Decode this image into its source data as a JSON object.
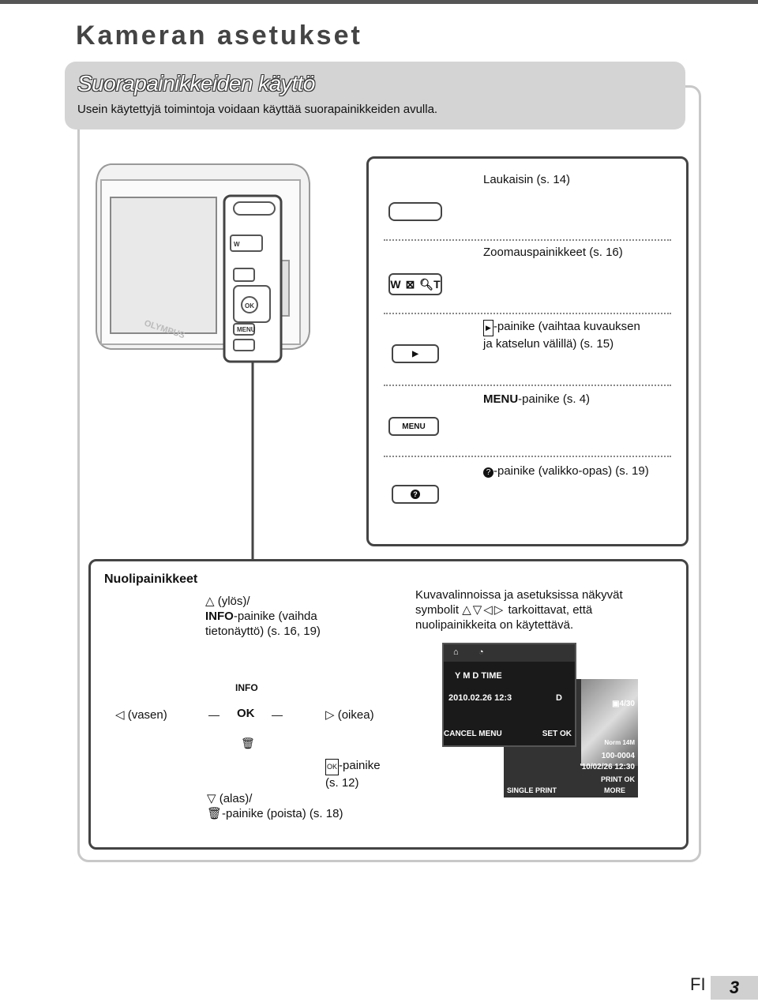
{
  "page_title": "Kameran asetukset",
  "section": {
    "title": "Suorapainikkeiden käyttö",
    "description": "Usein käytettyjä toimintoja voidaan käyttää suorapainikkeiden avulla."
  },
  "buttons": {
    "shutter": "Laukaisin (s. 14)",
    "zoom": "Zoomauspainikkeet (s. 16)",
    "zoom_btn_w": "W",
    "zoom_btn_t": "T",
    "playback_line1": "-painike (vaihtaa kuvauksen",
    "playback_line2": "ja katselun välillä) (s. 15)",
    "menu_bold": "MENU",
    "menu_rest": "-painike (s. 4)",
    "menu_btn": "MENU",
    "help": "-painike (valikko-opas) (s. 19)"
  },
  "arrows": {
    "title": "Nuolipainikkeet",
    "up_line1": "(ylös)/",
    "up_info_bold": "INFO",
    "up_line2": "-painike (vaihda",
    "up_line3": "tietonäyttö) (s. 16, 19)",
    "note_line1": "Kuvavalinnoissa ja asetuksissa näkyvät",
    "note_line2a": "symbolit",
    "note_line2b": "tarkoittavat, että",
    "note_line3": "nuolipainikkeita on käytettävä.",
    "left": "(vasen)",
    "right": "(oikea)",
    "ok_line1": "-painike",
    "ok_line2": "(s. 12)",
    "down_line1": "(alas)/",
    "down_line2": "-painike (poista) (s. 18)",
    "pad_info": "INFO",
    "pad_ok": "OK"
  },
  "screen": {
    "header": "Y   M   D   TIME",
    "date": "2010.02.26  12:3",
    "ymd": "D",
    "cancel": "CANCEL",
    "menu_tag": "MENU",
    "set": "SET",
    "ok_tag": "OK",
    "counter": "4/30",
    "norm": "Norm",
    "size": "14M",
    "file": "100-0004",
    "stamp": "'10/02/26  12:30",
    "single": "SINGLE PRINT",
    "print": "PRINT",
    "more": "MORE",
    "brand": "OLYMPUS"
  },
  "page": {
    "lang": "FI",
    "number": "3"
  }
}
